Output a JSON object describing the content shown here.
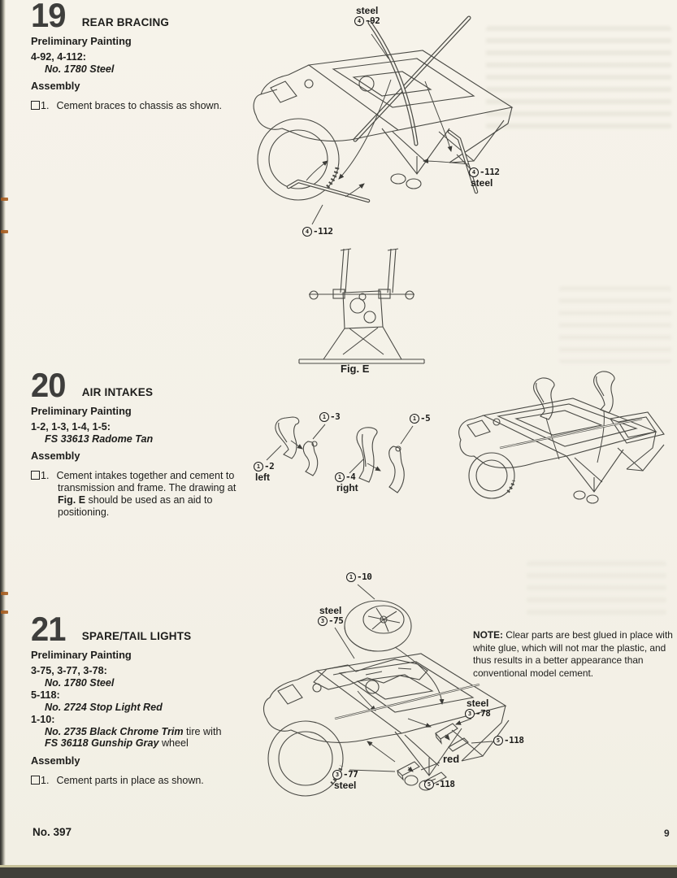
{
  "colors": {
    "paper": "#f4f1e8",
    "ink": "#1d1d1b",
    "line_art": "#4a4a45",
    "binding_mark": "#a85d1f"
  },
  "icons": {
    "checkbox": "square-outline"
  },
  "page": {
    "kit_number": "No. 397",
    "page_number": "9"
  },
  "fig_e": {
    "caption": "Fig. E"
  },
  "note": {
    "label": "NOTE:",
    "text": " Clear parts are best glued in place with white glue, which will not mar the plastic, and thus results in a better appearance than conventional model cement."
  },
  "step19": {
    "number": "19",
    "title": "REAR BRACING",
    "painting_label": "Preliminary Painting",
    "parts_line": "4-92, 4-112:",
    "paint_line": "No. 1780 Steel",
    "assembly_label": "Assembly",
    "step_num": "1.",
    "instruction": "Cement braces to chassis as shown.",
    "labels": {
      "top": {
        "word": "steel",
        "c": "4",
        "n": "-92"
      },
      "right": {
        "c": "4",
        "n": "-112",
        "word": "steel"
      },
      "bottom": {
        "c": "4",
        "n": "-112"
      }
    }
  },
  "step20": {
    "number": "20",
    "title": "AIR INTAKES",
    "painting_label": "Preliminary Painting",
    "parts_line": "1-2, 1-3, 1-4, 1-5:",
    "paint_line": "FS 33613 Radome Tan",
    "assembly_label": "Assembly",
    "step_num": "1.",
    "instruction_pre": "Cement intakes together and cement to transmission and frame. The drawing at ",
    "instruction_bold": "Fig. E",
    "instruction_post": " should be used as an aid to positioning.",
    "labels": {
      "p13": {
        "c": "1",
        "n": "-3"
      },
      "p15": {
        "c": "1",
        "n": "-5"
      },
      "p12": {
        "c": "1",
        "n": "-2",
        "word": "left"
      },
      "p14": {
        "c": "1",
        "n": "-4",
        "word": "right"
      }
    }
  },
  "step21": {
    "number": "21",
    "title": "SPARE/TAIL LIGHTS",
    "painting_label": "Preliminary Painting",
    "paint_items": [
      {
        "parts": "3-75, 3-77, 3-78:",
        "paint": "No. 1780 Steel"
      },
      {
        "parts": "5-118:",
        "paint": "No. 2724 Stop Light Red"
      },
      {
        "parts": "1-10:",
        "paint": "No. 2735 Black Chrome Trim",
        "paint_suffix": " tire with",
        "paint2": "FS 36118 Gunship Gray",
        "paint2_suffix": " wheel"
      }
    ],
    "assembly_label": "Assembly",
    "step_num": "1.",
    "instruction": "Cement parts in place as shown.",
    "labels": {
      "p110": {
        "c": "1",
        "n": "-10"
      },
      "p375": {
        "word": "steel",
        "c": "3",
        "n": "-75"
      },
      "p378": {
        "word": "steel",
        "c": "3",
        "n": "-78"
      },
      "p5118a": {
        "c": "5",
        "n": "-118"
      },
      "red_word": "red",
      "p377": {
        "c": "3",
        "n": "-77",
        "word": "steel"
      },
      "p5118b": {
        "c": "5",
        "n": "-118"
      }
    }
  }
}
